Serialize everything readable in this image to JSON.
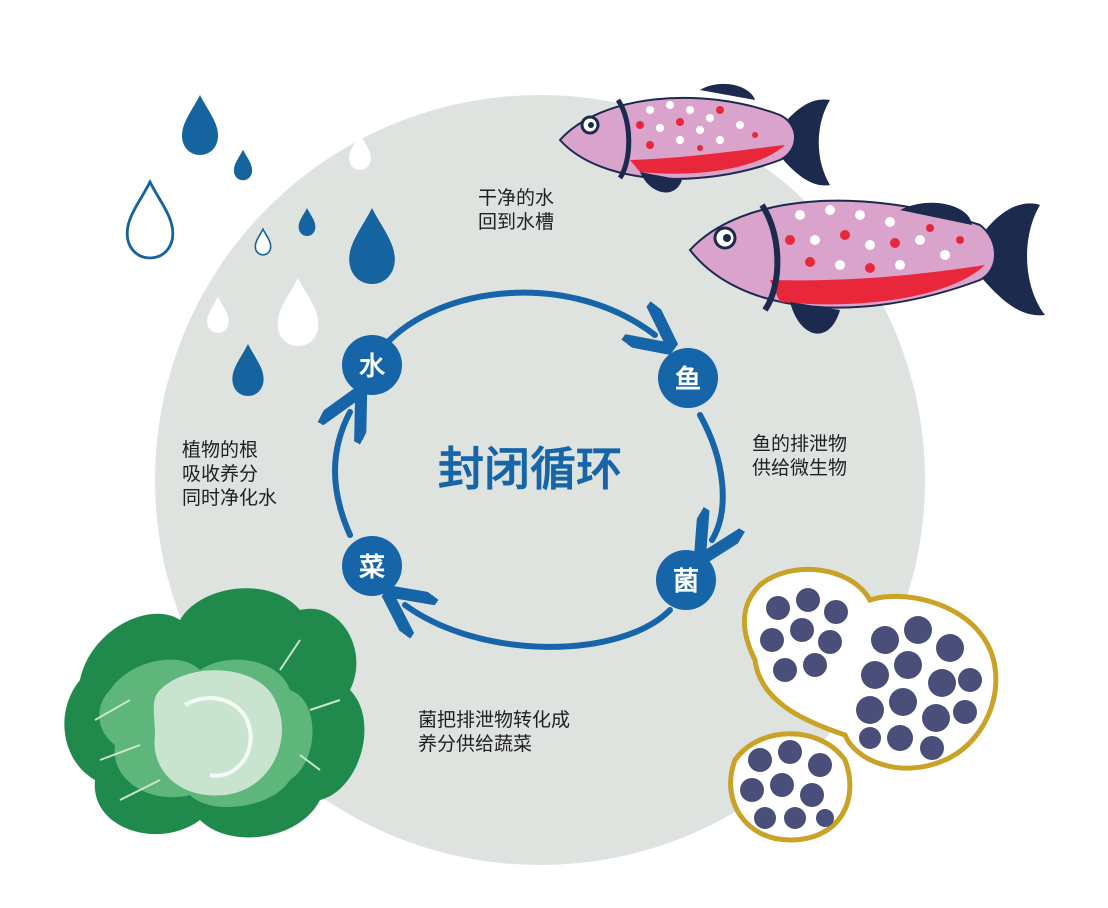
{
  "diagram": {
    "title": "封闭循环",
    "nodes": {
      "water": "水",
      "fish": "鱼",
      "bacteria": "菌",
      "vegetable": "菜"
    },
    "annotations": {
      "top": "干净的水\n回到水槽",
      "right": "鱼的排泄物\n供给微生物",
      "bottom": "菌把排泄物转化成\n养分供给蔬菜",
      "left": "植物的根\n吸收养分\n同时净化水"
    }
  },
  "colors": {
    "circle_bg": "#dfe3e0",
    "accent_blue": "#1565a8",
    "fish_body": "#d9a3cc",
    "fish_stripe": "#e8283a",
    "fish_dark": "#1c2a4e",
    "microbe_ring": "#c9a227",
    "microbe_dot": "#4a4f7a",
    "cabbage_green": "#1f8a4c"
  },
  "icons": [
    "water-drop-icon",
    "fish-icon",
    "microbe-icon",
    "cabbage-icon",
    "cycle-arrow-icon"
  ]
}
